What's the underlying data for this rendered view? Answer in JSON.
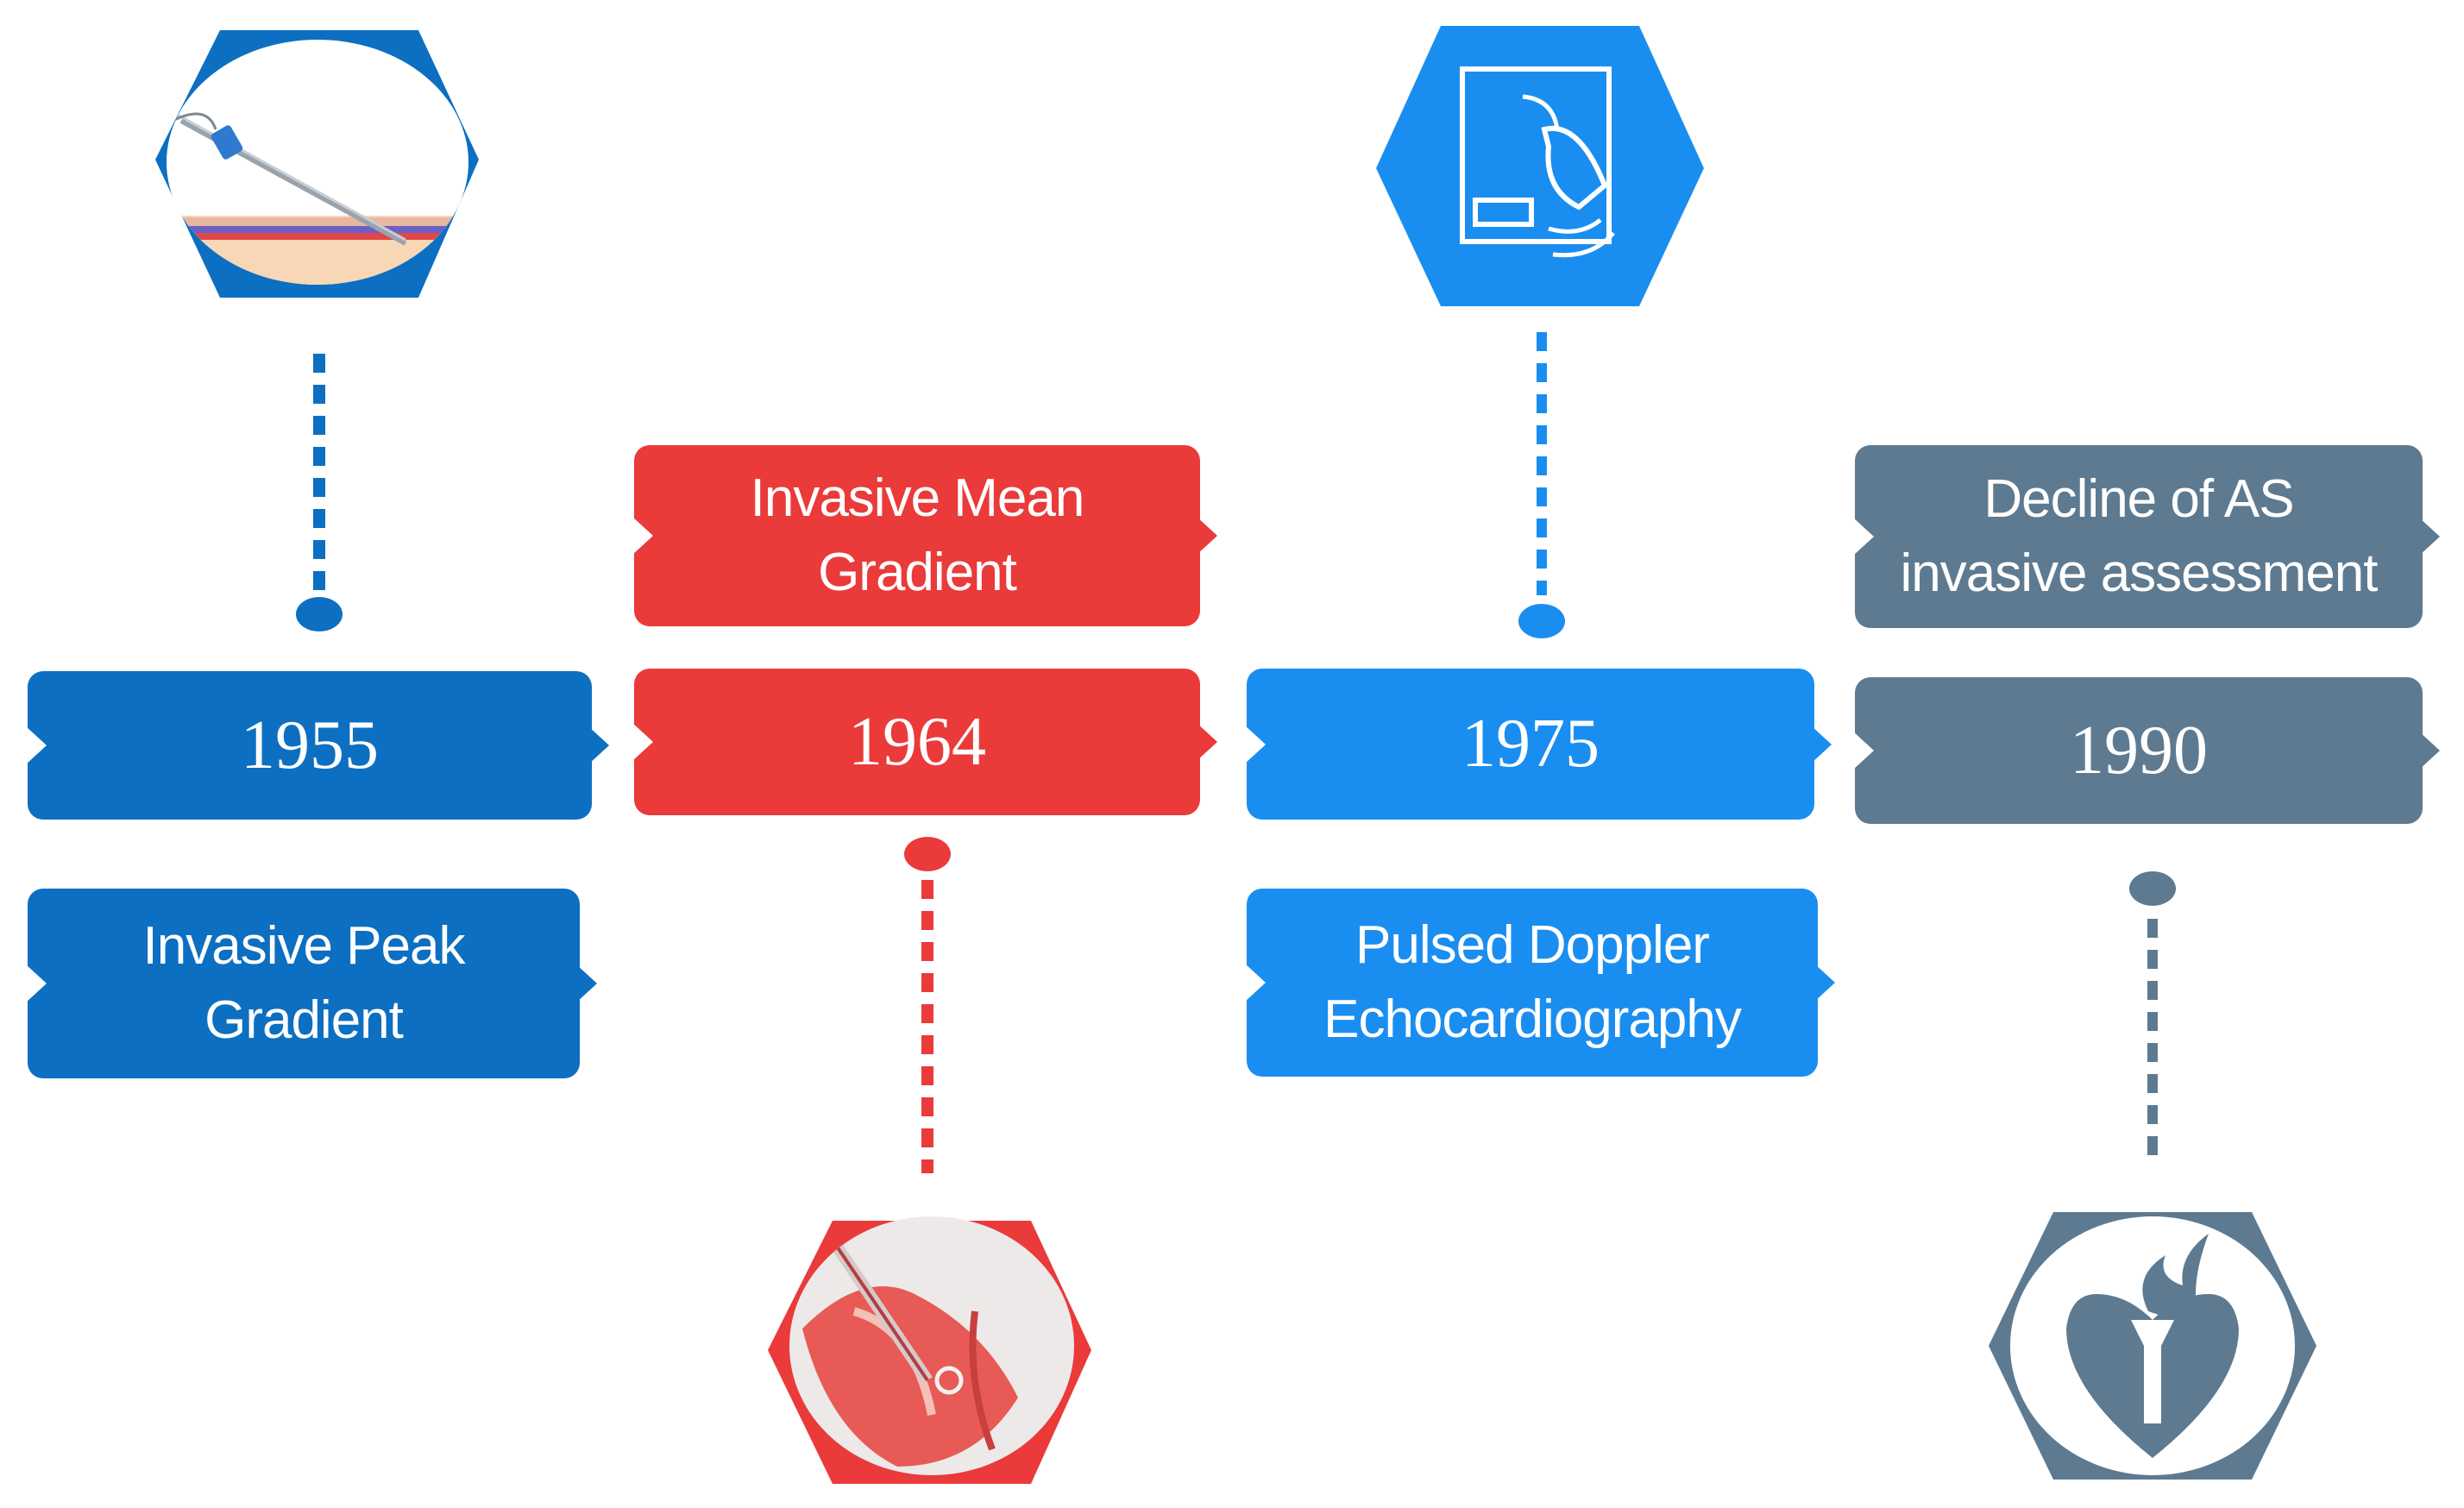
{
  "timeline": [
    {
      "year": "1955",
      "label_line1": "Invasive Peak",
      "label_line2": "Gradient",
      "color": "#0d6fc1",
      "icon": "catheter-needle-icon"
    },
    {
      "year": "1964",
      "label_line1": "Invasive Mean",
      "label_line2": "Gradient",
      "color": "#ea3a3a",
      "icon": "heart-valve-catheter-icon"
    },
    {
      "year": "1975",
      "label_line1": "Pulsed Doppler",
      "label_line2": "Echocardiography",
      "color": "#1a8ef0",
      "icon": "ultrasound-probe-icon"
    },
    {
      "year": "1990",
      "label_line1": "Decline of AS",
      "label_line2": "invasive assessment",
      "color": "#5e7a90",
      "icon": "heart-torch-logo-icon"
    }
  ]
}
